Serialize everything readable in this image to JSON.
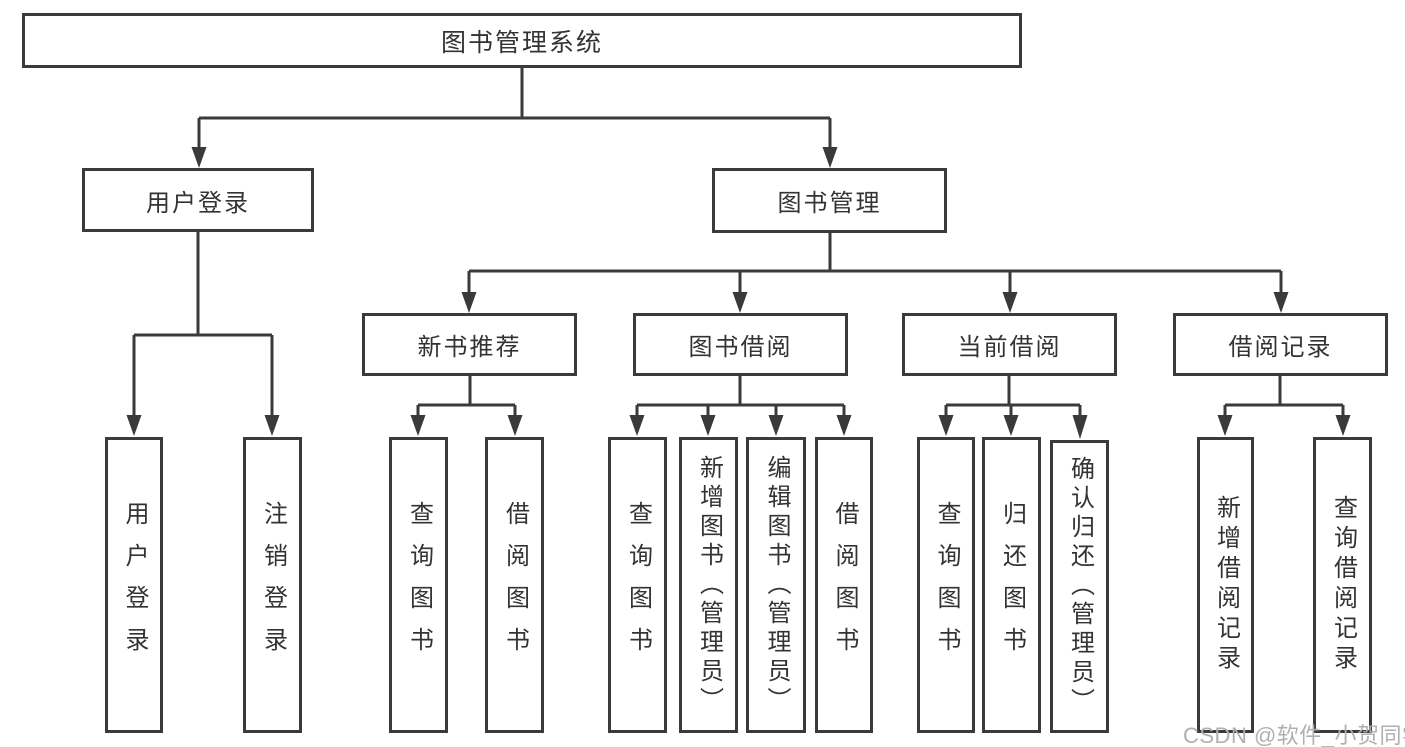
{
  "diagram": {
    "title": "图书管理系统",
    "watermark": "CSDN @软件_小贺同学",
    "colors": {
      "line": "#3a3a3a",
      "box_border": "#3a3a3a",
      "text": "#333333",
      "watermark": "#b0b0b0",
      "background": "#ffffff"
    }
  },
  "tree": {
    "root": {
      "label": "图书管理系统",
      "children": [
        {
          "label": "用户登录",
          "children": [
            {
              "label": "用户登录"
            },
            {
              "label": "注销登录"
            }
          ]
        },
        {
          "label": "图书管理",
          "children": [
            {
              "label": "新书推荐",
              "children": [
                {
                  "label": "查询图书"
                },
                {
                  "label": "借阅图书"
                }
              ]
            },
            {
              "label": "图书借阅",
              "children": [
                {
                  "label": "查询图书"
                },
                {
                  "label": "新增图书（管理员）"
                },
                {
                  "label": "编辑图书（管理员）"
                },
                {
                  "label": "借阅图书"
                }
              ]
            },
            {
              "label": "当前借阅",
              "children": [
                {
                  "label": "查询图书"
                },
                {
                  "label": "归还图书"
                },
                {
                  "label": "确认归还（管理员）"
                }
              ]
            },
            {
              "label": "借阅记录",
              "children": [
                {
                  "label": "新增借阅记录"
                },
                {
                  "label": "查询借阅记录"
                }
              ]
            }
          ]
        }
      ]
    }
  }
}
